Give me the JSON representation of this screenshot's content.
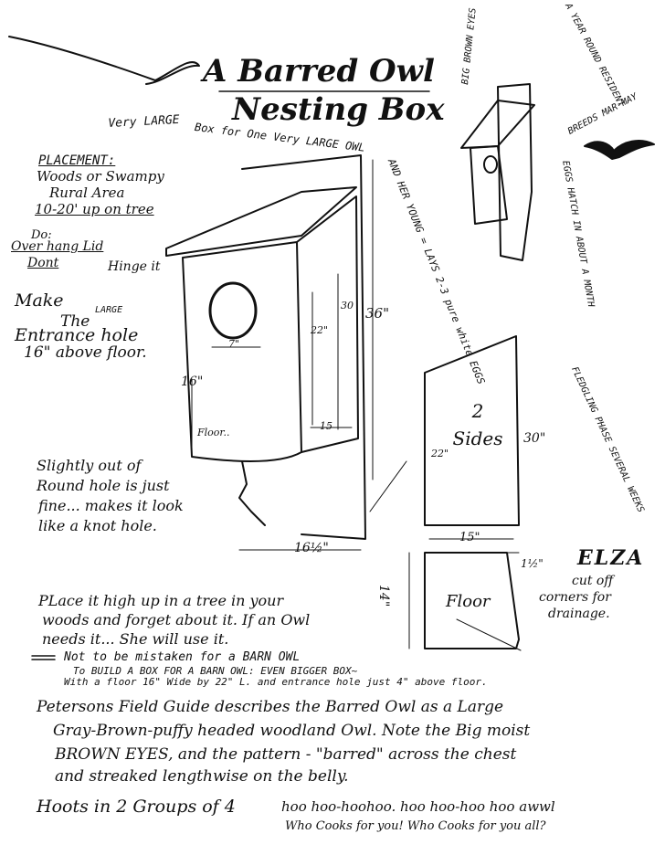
{
  "title_line1": "A Barred Owl",
  "title_line2": "Nesting Box",
  "subtitle_left": "Very LARGE",
  "subtitle_box": "Box for One Very LARGE OWL",
  "owl_young_side": "AND HER YOUNG = LAYS 2-3 pure white EGGS",
  "big_brown_eyes": "BIG BROWN EYES",
  "year_round": "A YEAR ROUND RESIDENT",
  "breeds": "BREEDS MAR-MAY",
  "eggs_hatch": "EGGS HATCH IN ABOUT A MONTH",
  "fledgling": "FLEDGLING PHASE SEVERAL WEEKS",
  "placement": {
    "header": "PLACEMENT:",
    "line1": "Woods or Swampy",
    "line2": "Rural Area",
    "line3": "10-20' up on tree",
    "do_label": "Do:",
    "do_text": "Over hang Lid",
    "dont_label": "Dont",
    "dont_text": "Hinge it"
  },
  "make": {
    "line1": "Make",
    "line2a": "The",
    "line2b": "LARGE",
    "line3": "Entrance hole",
    "line4": "16\" above floor."
  },
  "dims": {
    "d7": "7\"",
    "d22a": "22\"",
    "d30a": "30",
    "d36": "36\"",
    "d16": "16\"",
    "d15a": "15",
    "floor_small": "Floor..",
    "d16half": "16½\"",
    "sides": "2 Sides",
    "d22b": "22\"",
    "d30b": "30\"",
    "d15b": "15\"",
    "d1half": "1½\"",
    "d14": "14\"",
    "floor": "Floor"
  },
  "slightly": {
    "line1": "Slightly out of",
    "line2": "Round hole is just",
    "line3": "fine... makes it look",
    "line4": "like a knot hole."
  },
  "elza": {
    "name": "ELZA",
    "line1": "cut off",
    "line2": "corners for",
    "line3": "drainage."
  },
  "place_it": {
    "line1": "PLace it high up in a tree in your",
    "line2": "woods and forget about it. If an Owl",
    "line3": "needs it... She will use it."
  },
  "barn": {
    "line1": "Not to be mistaken for a BARN OWL",
    "line2": "To BUILD A BOX FOR A BARN OWL: EVEN BIGGER BOX~",
    "line3": "With a floor 16\" Wide by 22\" L. and entrance hole just 4\" above floor."
  },
  "peterson": {
    "line1": "Petersons Field Guide describes the Barred Owl as a Large",
    "line2": "Gray-Brown-puffy headed woodland Owl. Note the Big moist",
    "line3": "BROWN EYES, and the pattern - \"barred\" across the chest",
    "line4": "and streaked lengthwise on the belly."
  },
  "hoots": {
    "label": "Hoots in 2 Groups of 4",
    "line1": "hoo hoo-hoohoo. hoo hoo-hoo hoo awwl",
    "line2": "Who Cooks for you! Who Cooks for you all?"
  }
}
